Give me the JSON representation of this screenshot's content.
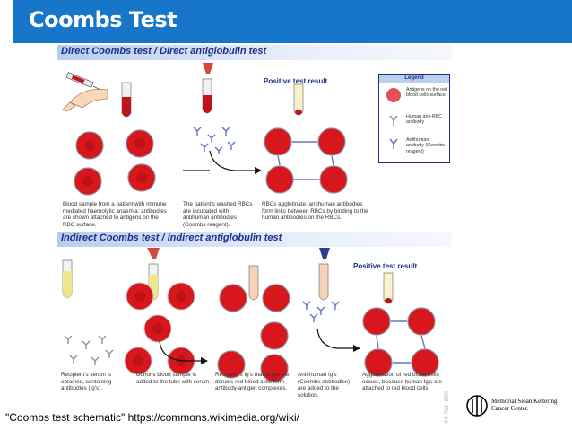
{
  "slide": {
    "title": "Coombs Test"
  },
  "direct": {
    "title": "Direct Coombs test / Direct antiglobulin test",
    "positive_label": "Positive test result",
    "captions": [
      "Blood sample from a patient with immune mediated haemolytic anaemia: antibodies are shown attached to antigens on the RBC surface.",
      "The patient's washed RBCs are incubated with antihuman antibodies (Coombs reagent).",
      "RBCs agglutinate: antihuman antibodies form links between RBCs by binding to the human antibodies on the RBCs."
    ]
  },
  "indirect": {
    "title": "Indirect Coombs test / Indirect antiglobulin test",
    "positive_label": "Positive test result",
    "captions": [
      "Recipient's serum is obtained, containing antibodies (Ig's).",
      "Donor's blood sample is added to the tube with serum.",
      "Recipient's Ig's that target the donor's red blood cells form antibody-antigen complexes.",
      "Anti-human Ig's (Coombs antibodies) are added to the solution.",
      "Agglutination of red blood cells occurs, because human Ig's are attached to red blood cells."
    ]
  },
  "legend": {
    "title": "Legend",
    "items": [
      {
        "label": "Antigens on the red blood cells surface",
        "icon": "rbc-antigen-icon"
      },
      {
        "label": "Human anti-RBC antibody",
        "icon": "human-antibody-icon"
      },
      {
        "label": "Antihuman antibody (Coombs reagent)",
        "icon": "antihuman-antibody-icon"
      }
    ]
  },
  "credit": "© A. Rad · 2006",
  "citation": "\"Coombs test schematic\" https://commons.wikimedia.org/wiki/",
  "logo": {
    "name": "Memorial Sloan Kettering Cancer Center."
  },
  "colors": {
    "title_bar": "#1776c9",
    "section_title": "#1b2f8a",
    "rbc": "#d8171c",
    "antibody": "#8a8f9a",
    "antihuman": "#6273c4"
  }
}
